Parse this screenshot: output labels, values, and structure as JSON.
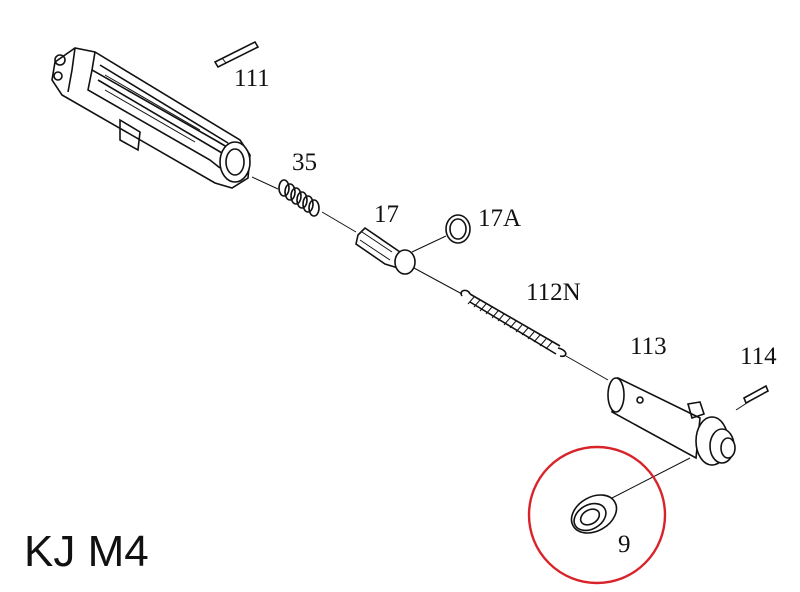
{
  "diagram": {
    "model_label": "KJ M4",
    "parts": [
      {
        "id": "111"
      },
      {
        "id": "35"
      },
      {
        "id": "17"
      },
      {
        "id": "17A"
      },
      {
        "id": "112N"
      },
      {
        "id": "113"
      },
      {
        "id": "114"
      },
      {
        "id": "9"
      }
    ],
    "highlight": {
      "part": "9",
      "color": "#d9232a"
    },
    "line_color": "#111111",
    "background": "#ffffff"
  }
}
